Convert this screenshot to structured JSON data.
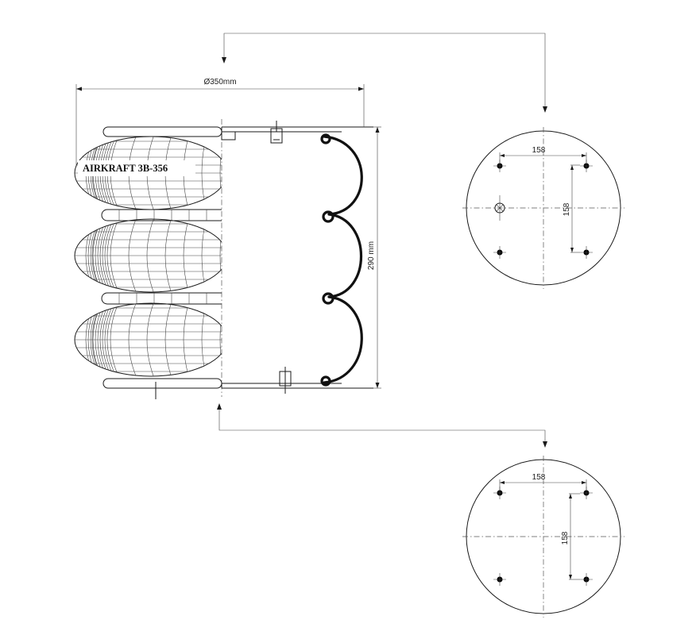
{
  "diameter_label": "Ø350mm",
  "height_label": "290 mm",
  "product_label": "AIRKRAFT 3B-356",
  "top_plate": {
    "horizontal_spacing": "158",
    "vertical_spacing": "158"
  },
  "bottom_plate": {
    "horizontal_spacing": "158",
    "vertical_spacing": "158"
  }
}
